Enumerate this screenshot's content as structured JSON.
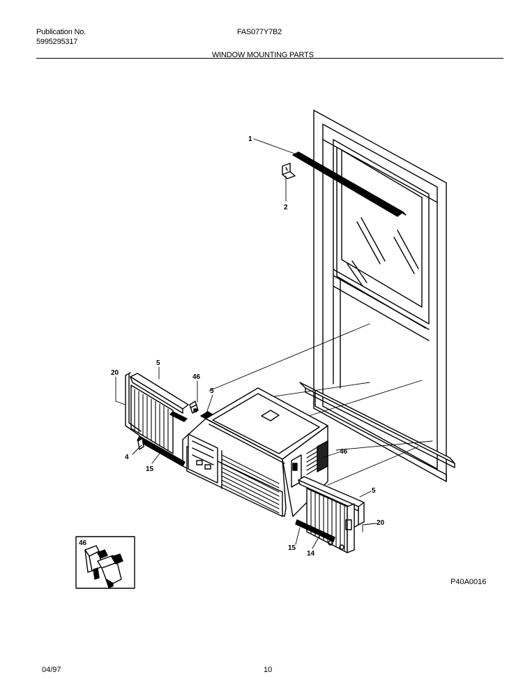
{
  "header": {
    "publication_label": "Publication No.",
    "publication_number": "5995295317",
    "model": "FAS077Y7B2",
    "section_title": "WINDOW MOUNTING PARTS"
  },
  "callouts": {
    "c1": "1",
    "c2": "2",
    "c20_left": "20",
    "c5_left_top": "5",
    "c46_top": "46",
    "c5_mid": "5",
    "c4": "4",
    "c15_left": "15",
    "c46_right": "46",
    "c5_right": "5",
    "c20_right": "20",
    "c15_right": "15",
    "c14": "14",
    "c46_inset": "46"
  },
  "figure_code": "P40A0016",
  "footer": {
    "date": "04/97",
    "page_number": "10"
  }
}
